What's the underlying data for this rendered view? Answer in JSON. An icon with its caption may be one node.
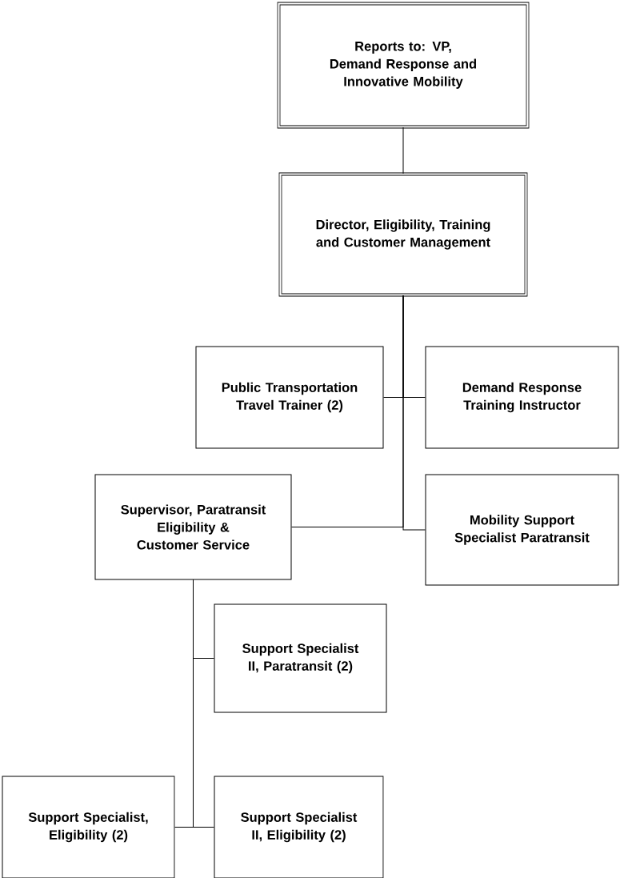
{
  "diagram": {
    "nodes": [
      {
        "text": [
          "Reports to: VP, Demand Response and Innovative Mobility"
        ]
      },
      {
        "text": [
          "Director, Eligibility, Training and Customer Management"
        ]
      },
      {
        "text": [
          "Public Transportation Travel Trainer (2)"
        ]
      },
      {
        "text": [
          "Demand Response Training Instructor"
        ]
      },
      {
        "text": [
          "Supervisor, Paratransit Eligibility & Customer Service"
        ]
      },
      {
        "text": [
          "Mobility Support Specialist Paratransit"
        ]
      },
      {
        "text": [
          "Support Specialist II, Paratransit (2)"
        ]
      },
      {
        "text": [
          "Support Specialist, Eligibility (2)"
        ]
      },
      {
        "text": [
          "Support Specialist II, Eligibility (2)"
        ]
      }
    ],
    "edges": [
      {
        "from": 0,
        "to": 1,
        "arrow": "none"
      },
      {
        "from": 1,
        "to": 2,
        "arrow": "none"
      },
      {
        "from": 1,
        "to": 3,
        "arrow": "none"
      },
      {
        "from": 1,
        "to": 4,
        "arrow": "none"
      },
      {
        "from": 1,
        "to": 5,
        "arrow": "none"
      },
      {
        "from": 4,
        "to": 6,
        "arrow": "none"
      },
      {
        "from": 4,
        "to": 7,
        "arrow": "none"
      },
      {
        "from": 4,
        "to": 8,
        "arrow": "none"
      }
    ]
  }
}
